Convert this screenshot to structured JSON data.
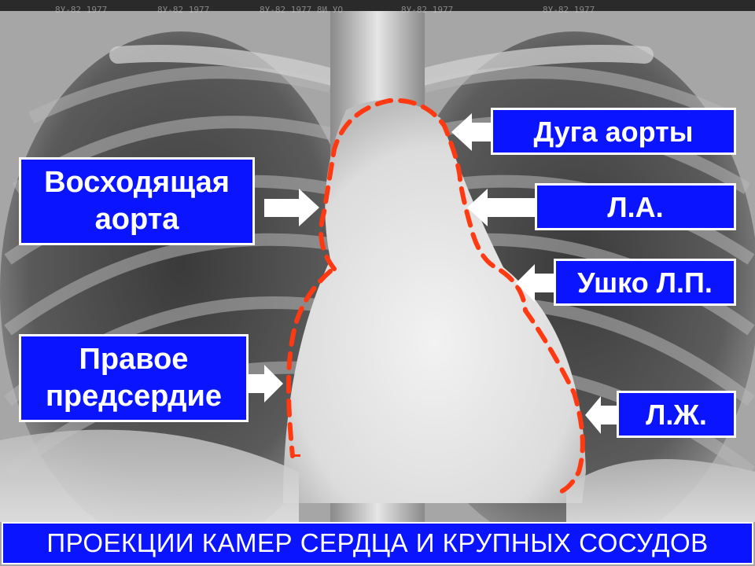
{
  "labels": {
    "ascending_aorta_line1": "Восходящая",
    "ascending_aorta_line2": "аорта",
    "aortic_arch": "Дуга аорты",
    "pulmonary_artery": "Л.А.",
    "left_atrial_appendage": "Ушко Л.П.",
    "right_atrium_line1": "Правое",
    "right_atrium_line2": "предсердие",
    "left_ventricle": "Л.Ж."
  },
  "footer": {
    "title": "ПРОЕКЦИИ КАМЕР СЕРДЦА И КРУПНЫХ СОСУДОВ"
  },
  "film_marks": [
    "8У-82 1977",
    "8У-82 1977",
    "8У-82 1977 8И УО",
    "8У-82 1977",
    "8У-82 1977"
  ],
  "colors": {
    "label_bg": "#0a14ff",
    "contour": "#ff3a12",
    "arrow": "#ffffff"
  }
}
